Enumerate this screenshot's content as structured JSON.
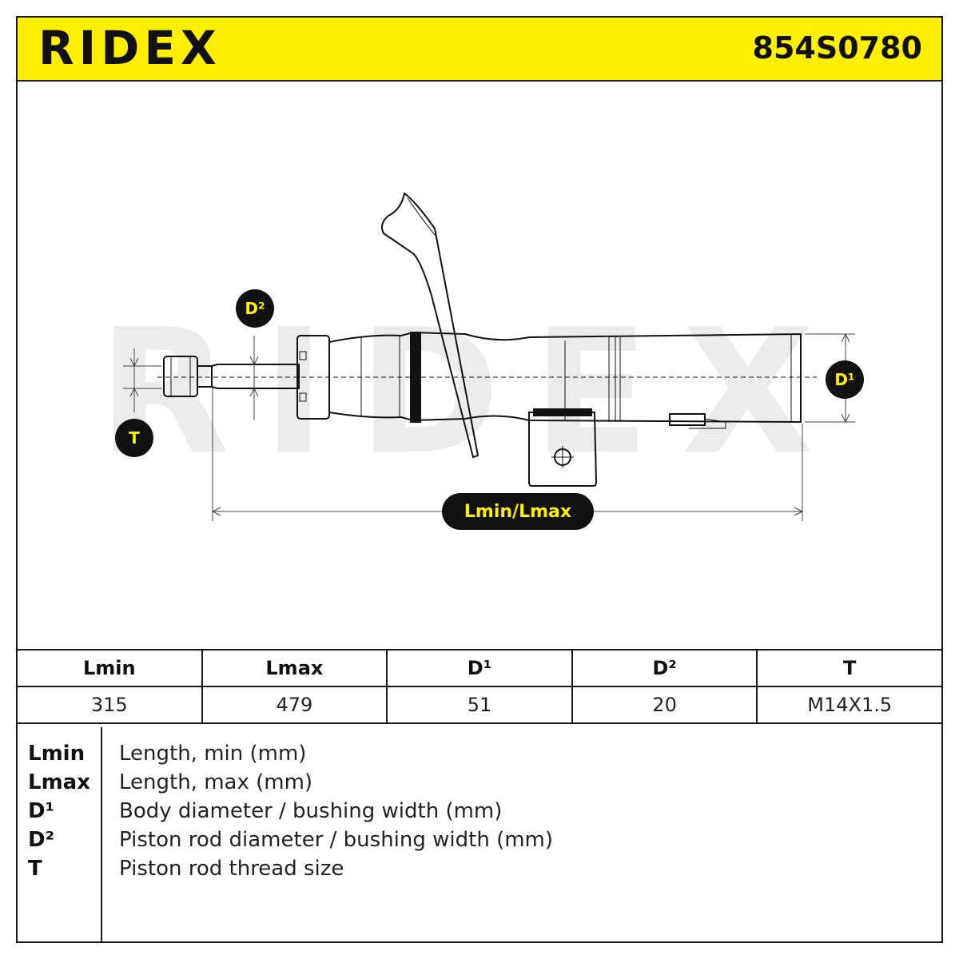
{
  "header": {
    "brand": "RIDEX",
    "part_number": "854S0780"
  },
  "drawing": {
    "watermark": "RIDEX",
    "badges": {
      "d2": "D²",
      "d1": "D¹",
      "t": "T",
      "length": "Lmin/Lmax"
    },
    "colors": {
      "badge_bg": "#111111",
      "badge_text": "#ffef00",
      "header_bg": "#ffef00",
      "watermark": "#ececec"
    }
  },
  "spec_table": {
    "headers": [
      "Lmin",
      "Lmax",
      "D¹",
      "D²",
      "T"
    ],
    "values": [
      "315",
      "479",
      "51",
      "20",
      "M14X1.5"
    ]
  },
  "legend": [
    {
      "key": "Lmin",
      "desc": "Length, min (mm)"
    },
    {
      "key": "Lmax",
      "desc": "Length, max (mm)"
    },
    {
      "key": "D¹",
      "desc": "Body diameter / bushing width (mm)"
    },
    {
      "key": "D²",
      "desc": "Piston rod diameter / bushing width (mm)"
    },
    {
      "key": "T",
      "desc": "Piston rod thread size"
    }
  ]
}
